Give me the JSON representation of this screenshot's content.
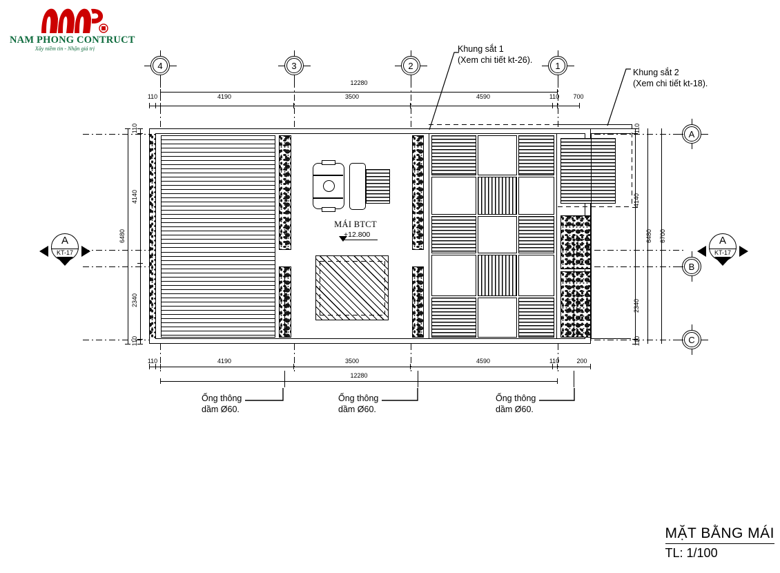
{
  "logo": {
    "company": "NAM PHONG CONTRUCT",
    "tagline": "Xây niềm tin - Nhận giá trị",
    "brand_color": "#cc0000",
    "text_color": "#0e6b3d"
  },
  "title_block": {
    "drawing_title": "MẶT BẰNG MÁI",
    "scale": "TL: 1/100"
  },
  "annotations": {
    "frame1_line1": "Khung sắt 1",
    "frame1_line2": "(Xem chi tiết kt-26).",
    "frame2_line1": "Khung sắt 2",
    "frame2_line2": "(Xem chi tiết kt-18).",
    "roof_label": "MÁI BTCT",
    "roof_level": "+12.800",
    "pipe1_line1": "Ống thông",
    "pipe1_line2": "dầm Ø60.",
    "pipe2_line1": "Ống thông",
    "pipe2_line2": "dầm Ø60.",
    "pipe3_line1": "Ống thông",
    "pipe3_line2": "dầm Ø60."
  },
  "grid": {
    "vertical_bubbles": [
      "4",
      "3",
      "2",
      "1"
    ],
    "horizontal_bubbles": [
      "A",
      "B",
      "C"
    ]
  },
  "section_markers": [
    {
      "letter": "A",
      "sheet": "KT-17"
    },
    {
      "letter": "A",
      "sheet": "KT-17"
    }
  ],
  "dimensions": {
    "top_overall": "12280",
    "top_chain": [
      "110",
      "4190",
      "3500",
      "4590",
      "110",
      "700"
    ],
    "bottom_overall": "12280",
    "bottom_chain": [
      "110",
      "4190",
      "3500",
      "4590",
      "110",
      "200"
    ],
    "left_overall": "6480",
    "left_chain": [
      "110",
      "4140",
      "2340",
      "110"
    ],
    "right_overall": "6480",
    "right_outer": "6700",
    "right_chain": [
      "110",
      "4140",
      "2340",
      "110"
    ]
  },
  "chart_data": {
    "type": "table",
    "title": "MẶT BẰNG MÁI — TL: 1/100",
    "notes": [
      "Roof plan of reinforced concrete slab at level +12.800",
      "Grid lines 4-3-2-1 horizontally; A-B-C vertically",
      "Steel frame 1 detail on sheet kt-26; steel frame 2 detail on sheet kt-18",
      "Beam vent pipes Ø60 at three locations"
    ]
  }
}
